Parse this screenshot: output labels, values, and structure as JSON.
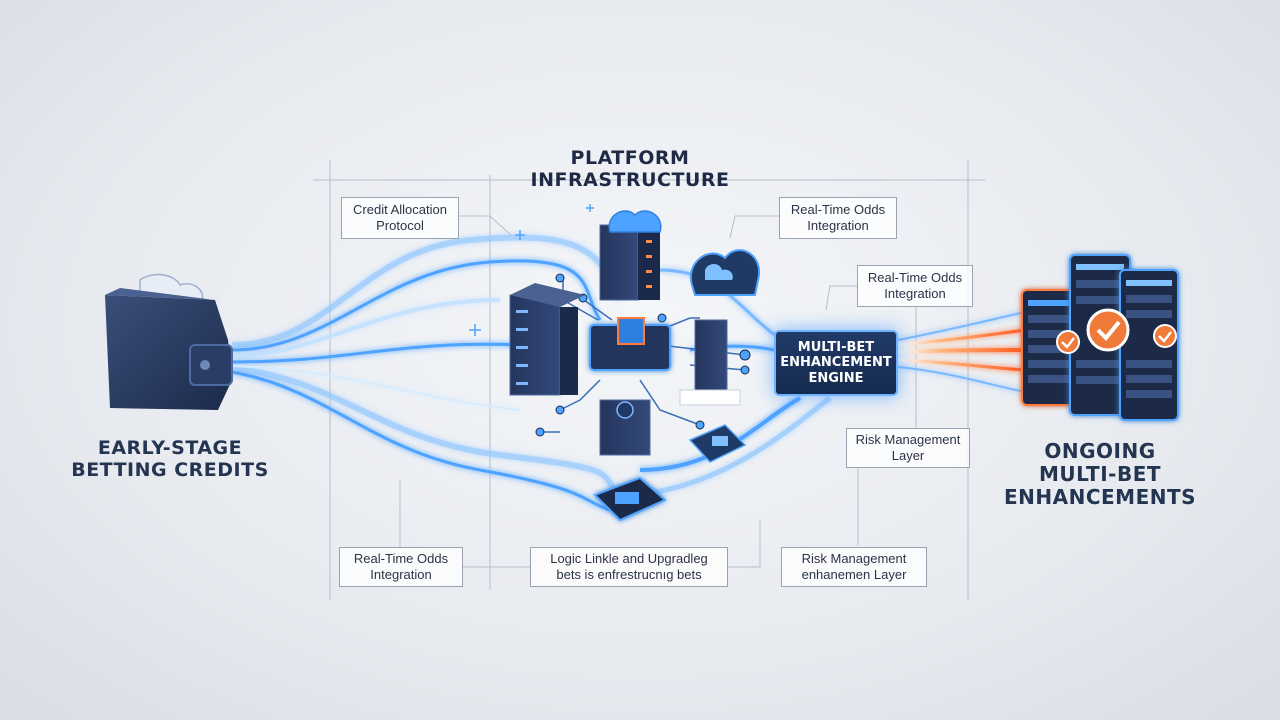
{
  "headings": {
    "platform": [
      "PLATFORM",
      "INFRASTRUCTURE"
    ],
    "left": [
      "EARLY-STAGE",
      "BETTING CREDITS"
    ],
    "right": [
      "ONGOING",
      "MULTI-BET",
      "ENHANCEMENTS"
    ]
  },
  "engine": [
    "MULTI-BET",
    "ENHANCEMENT",
    "ENGINE"
  ],
  "labels": {
    "credit_allocation": [
      "Credit Allocation",
      "Protocol"
    ],
    "odds_top": [
      "Real-Time Odds",
      "Integration"
    ],
    "odds_mid": [
      "Real-Time Odds",
      "Integration"
    ],
    "risk_mid": [
      "Risk Management",
      "Layer"
    ],
    "odds_bottom": [
      "Real-Time Odds",
      "Integration"
    ],
    "logic": [
      "Logic Linkle and Upgradleg",
      "bets is enfrestrucnıg bets"
    ],
    "risk_bottom": [
      "Risk Management",
      "enhanemen Layer"
    ]
  },
  "colors": {
    "flow_blue": "#4da3ff",
    "flow_orange": "#ff6a2b",
    "dark_navy": "#1f2b46",
    "check_orange": "#f07a3a"
  },
  "icons": {
    "wallet": "wallet-icon",
    "cloud": "cloud-icon",
    "server": "server-rack-icon",
    "chip": "chip-icon",
    "bet_slip": "bet-slip-icon",
    "check": "checkmark-icon"
  }
}
